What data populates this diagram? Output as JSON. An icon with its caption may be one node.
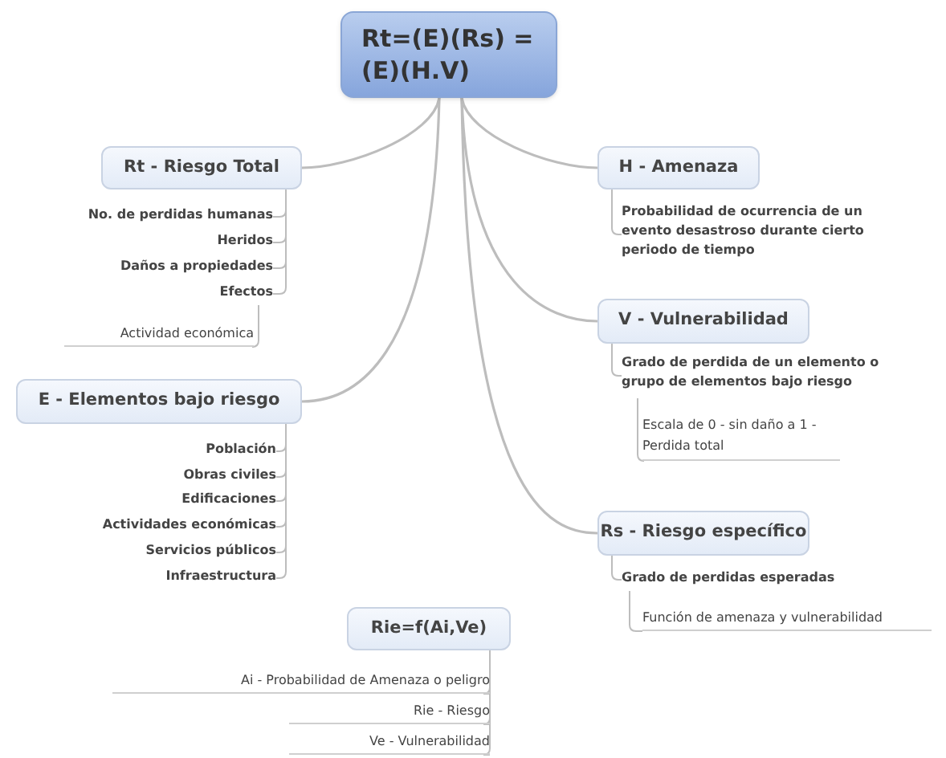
{
  "diagram": {
    "nodes": [
      {
        "text": [
          "Rt=(E)(Rs) =(E)(H.V)"
        ]
      },
      {
        "text": [
          "Rt - Riesgo Total"
        ]
      },
      {
        "text": [
          "No. de perdidas humanas"
        ]
      },
      {
        "text": [
          "Heridos"
        ]
      },
      {
        "text": [
          "Daños a propiedades"
        ]
      },
      {
        "text": [
          "Efectos"
        ]
      },
      {
        "text": [
          "Actividad económica"
        ]
      },
      {
        "text": [
          "E - Elementos bajo riesgo"
        ]
      },
      {
        "text": [
          "Población"
        ]
      },
      {
        "text": [
          "Obras civiles"
        ]
      },
      {
        "text": [
          "Edificaciones"
        ]
      },
      {
        "text": [
          "Actividades económicas"
        ]
      },
      {
        "text": [
          "Servicios públicos"
        ]
      },
      {
        "text": [
          "Infraestructura"
        ]
      },
      {
        "text": [
          "H - Amenaza"
        ]
      },
      {
        "text": [
          "Probabilidad de ocurrencia de un evento desastroso durante cierto periodo de tiempo"
        ]
      },
      {
        "text": [
          "V - Vulnerabilidad"
        ]
      },
      {
        "text": [
          "Grado de perdida de un elemento o grupo de elementos bajo riesgo"
        ]
      },
      {
        "text": [
          "Escala de 0 - sin daño a 1 - Perdida total"
        ]
      },
      {
        "text": [
          "Rs - Riesgo específico"
        ]
      },
      {
        "text": [
          "Grado de perdidas esperadas"
        ]
      },
      {
        "text": [
          "Función de amenaza y vulnerabilidad"
        ]
      },
      {
        "text": [
          "Rie=f(Ai,Ve)"
        ]
      },
      {
        "text": [
          "Ai - Probabilidad de Amenaza o peligro"
        ]
      },
      {
        "text": [
          "Rie - Riesgo"
        ]
      },
      {
        "text": [
          "Ve - Vulnerabilidad"
        ]
      }
    ],
    "edges": [
      {
        "from": 0,
        "to": 1,
        "arrow": "none"
      },
      {
        "from": 0,
        "to": 7,
        "arrow": "none"
      },
      {
        "from": 0,
        "to": 14,
        "arrow": "none"
      },
      {
        "from": 0,
        "to": 16,
        "arrow": "none"
      },
      {
        "from": 0,
        "to": 19,
        "arrow": "none"
      },
      {
        "from": 1,
        "to": 2,
        "arrow": "none"
      },
      {
        "from": 1,
        "to": 3,
        "arrow": "none"
      },
      {
        "from": 1,
        "to": 4,
        "arrow": "none"
      },
      {
        "from": 1,
        "to": 5,
        "arrow": "none"
      },
      {
        "from": 5,
        "to": 6,
        "arrow": "none"
      },
      {
        "from": 7,
        "to": 8,
        "arrow": "none"
      },
      {
        "from": 7,
        "to": 9,
        "arrow": "none"
      },
      {
        "from": 7,
        "to": 10,
        "arrow": "none"
      },
      {
        "from": 7,
        "to": 11,
        "arrow": "none"
      },
      {
        "from": 7,
        "to": 12,
        "arrow": "none"
      },
      {
        "from": 7,
        "to": 13,
        "arrow": "none"
      },
      {
        "from": 14,
        "to": 15,
        "arrow": "none"
      },
      {
        "from": 16,
        "to": 17,
        "arrow": "none"
      },
      {
        "from": 17,
        "to": 18,
        "arrow": "none"
      },
      {
        "from": 19,
        "to": 20,
        "arrow": "none"
      },
      {
        "from": 20,
        "to": 21,
        "arrow": "none"
      },
      {
        "from": 22,
        "to": 23,
        "arrow": "none"
      },
      {
        "from": 22,
        "to": 24,
        "arrow": "none"
      },
      {
        "from": 22,
        "to": 25,
        "arrow": "none"
      }
    ]
  }
}
